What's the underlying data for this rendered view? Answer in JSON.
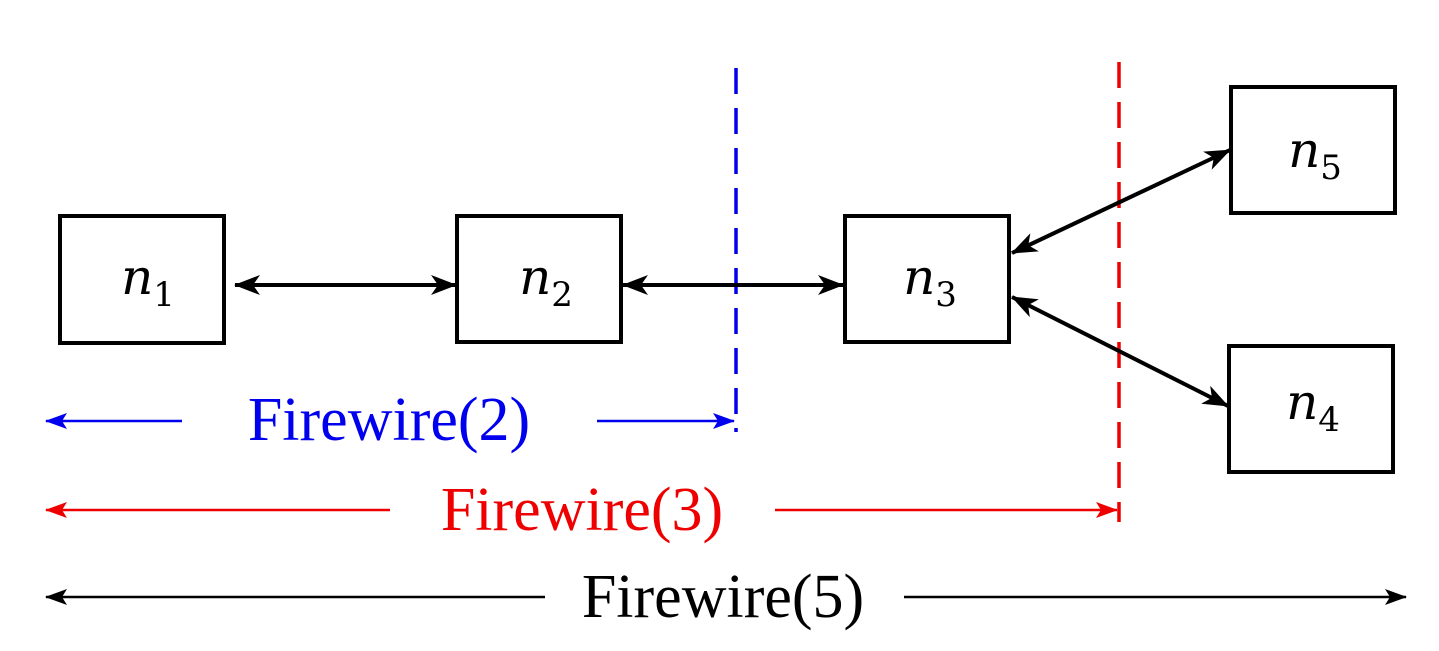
{
  "nodes": [
    {
      "id": "n1",
      "letter": "n",
      "sub": "1"
    },
    {
      "id": "n2",
      "letter": "n",
      "sub": "2"
    },
    {
      "id": "n3",
      "letter": "n",
      "sub": "3"
    },
    {
      "id": "n4",
      "letter": "n",
      "sub": "4"
    },
    {
      "id": "n5",
      "letter": "n",
      "sub": "5"
    }
  ],
  "edges": [
    {
      "from": "n1",
      "to": "n2",
      "direction": "bidirectional"
    },
    {
      "from": "n2",
      "to": "n3",
      "direction": "bidirectional"
    },
    {
      "from": "n3",
      "to": "n5",
      "direction": "bidirectional"
    },
    {
      "from": "n3",
      "to": "n4",
      "direction": "bidirectional"
    }
  ],
  "ranges": [
    {
      "label": "Firewire(2)",
      "color": "#0000ee",
      "boundary": "between n2 and n3"
    },
    {
      "label": "Firewire(3)",
      "color": "#ee0000",
      "boundary": "between n3 and n4/n5"
    },
    {
      "label": "Firewire(5)",
      "color": "#000000",
      "boundary": "all nodes"
    }
  ],
  "colors": {
    "blue": "#0000ee",
    "red": "#ee0000",
    "black": "#000000"
  }
}
